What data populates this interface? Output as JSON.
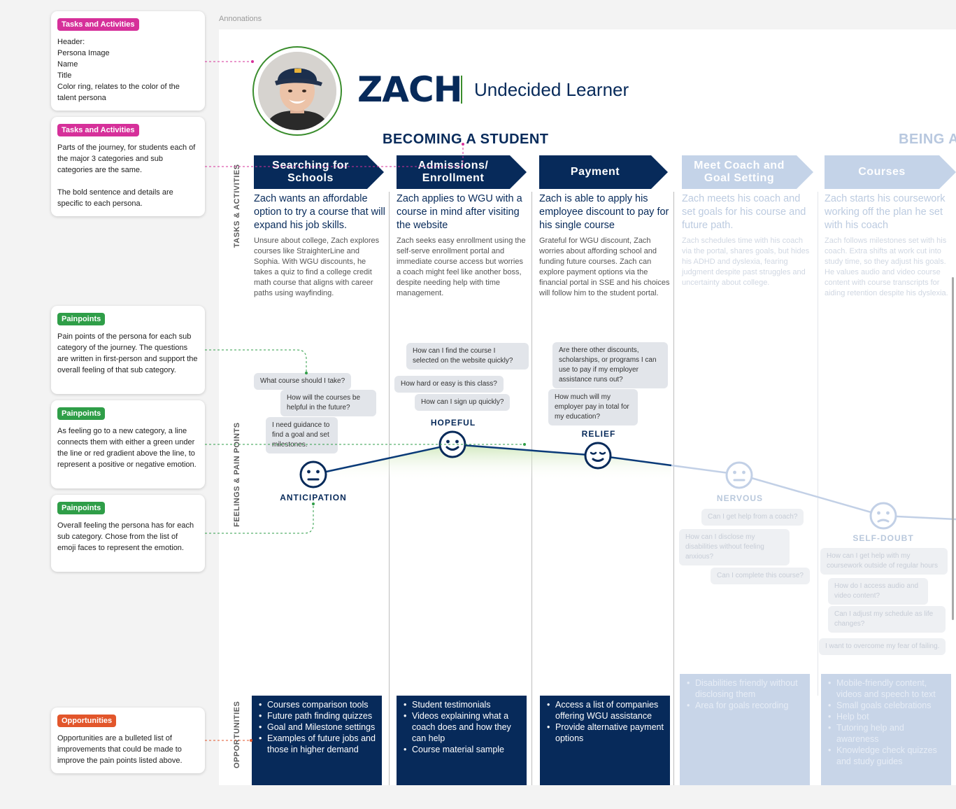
{
  "frame_label": "Annonations",
  "notes": [
    {
      "tag": "Tasks and Activities",
      "lines": [
        "Header:",
        "Persona Image",
        "Name",
        "Title",
        "Color ring, relates to the color of the talent persona"
      ]
    },
    {
      "tag": "Tasks and Activities",
      "lines": [
        "Parts of the journey, for students each of the major 3 categories and sub categories are the same.",
        "",
        "The bold sentence and details are specific to each persona."
      ]
    },
    {
      "tag": "Painpoints",
      "lines": [
        "Pain points of the persona for each sub category of the journey. The questions are written in first-person and support the overall feeling of that sub category."
      ]
    },
    {
      "tag": "Painpoints",
      "lines": [
        "As feeling go to a new category, a line connects them with either a green under the line or red gradient above the line, to represent a positive or negative emotion."
      ]
    },
    {
      "tag": "Painpoints",
      "lines": [
        "Overall feeling the persona has for each sub category. Chose from the list of emoji faces to represent the emotion."
      ]
    },
    {
      "tag": "Opportunities",
      "lines": [
        "Opportunities are a bulleted list of improvements that could be made to improve the pain points listed above."
      ]
    }
  ],
  "persona": {
    "name": "ZACH",
    "title": "Undecided Learner",
    "ring_color": "#3a8d2d",
    "image": "persona-photo"
  },
  "phases": [
    "BECOMING A STUDENT",
    "BEING A"
  ],
  "side_labels": {
    "tasks": "TASKS & ACTIVITIES",
    "feelings": "FEELINGS & PAIN POINTS",
    "opps": "OPPORTUNITIES"
  },
  "stages": [
    {
      "label": "Searching for Schools",
      "lead": "Zach wants an affordable option to try a course that will expand his job skills.",
      "detail": "Unsure about college, Zach explores courses like StraighterLine and Sophia. With WGU discounts, he takes a quiz to find a college credit math course that aligns with career paths using wayfinding."
    },
    {
      "label": "Admissions/ Enrollment",
      "lead": "Zach applies to WGU with a course in mind after visiting the website",
      "detail": "Zach seeks easy enrollment using the self-serve enrollment portal and immediate course access but worries a coach might feel like another boss, despite needing help with time management."
    },
    {
      "label": "Payment",
      "lead": "Zach is able to apply his employee discount to pay for his single course",
      "detail": "Grateful for WGU discount, Zach worries about affording school and funding future courses. Zach can explore payment options via the financial portal in SSE and his choices will follow him to the student portal."
    },
    {
      "label": "Meet Coach and Goal Setting",
      "lead": "Zach meets his coach and set goals for his course and future path.",
      "detail": "Zach schedules time with his coach via the portal, shares goals, but hides his ADHD and dyslexia, fearing judgment despite past struggles and uncertainty about college."
    },
    {
      "label": "Courses",
      "lead": "Zach starts his coursework working off the plan he set with his coach",
      "detail": "Zach follows milestones set with his coach. Extra shifts at work cut into study time, so they adjust his goals. He values audio and video course content with course transcripts for aiding retention despite his dyslexia."
    }
  ],
  "bubbles": [
    "What course should I take?",
    "How will the courses be helpful in the future?",
    "I need guidance to find a goal and set milestones.",
    "How can I find the course I selected on the website quickly?",
    "How hard or easy is this class?",
    "How can I sign up quickly?",
    "Are there other discounts, scholarships, or programs I can use to pay if my employer assistance runs out?",
    "How much will my employer pay in total for my education?",
    "Can I get help from a coach?",
    "How can I disclose my disabilities without feeling anxious?",
    "Can I complete this course?",
    "How can I get help with my coursework outside of regular hours",
    "How do I access audio and video content?",
    "Can I adjust my schedule as life changes?",
    "I want to overcome my fear of failing."
  ],
  "emotions": [
    {
      "label": "ANTICIPATION",
      "face": "neutral-face-icon"
    },
    {
      "label": "HOPEFUL",
      "face": "smile-face-icon"
    },
    {
      "label": "RELIEF",
      "face": "relieved-face-icon"
    },
    {
      "label": "NERVOUS",
      "face": "neutral-face-icon"
    },
    {
      "label": "SELF-DOUBT",
      "face": "worried-face-icon"
    }
  ],
  "opportunities": [
    [
      "Courses comparison tools",
      "Future path finding quizzes",
      "Goal and Milestone settings",
      "Examples of future jobs and those in higher demand"
    ],
    [
      "Student testimonials",
      "Videos explaining what a coach does and how they can help",
      "Course material sample"
    ],
    [
      "Access a list of companies offering WGU assistance",
      "Provide alternative payment options"
    ],
    [
      "Disabilities friendly without disclosing them",
      "Area for goals recording"
    ],
    [
      "Mobile-friendly content, videos and speech to text",
      "Small goals celebrations",
      "Help bot",
      "Tutoring help and awareness",
      "Knowledge check quizzes and study guides"
    ]
  ],
  "colors": {
    "navy": "#072a5a",
    "faded": "#c4d3e8",
    "positive": "#3a8d2d",
    "pink": "#d6309a",
    "green": "#2f9e48",
    "orange": "#e2562b"
  }
}
